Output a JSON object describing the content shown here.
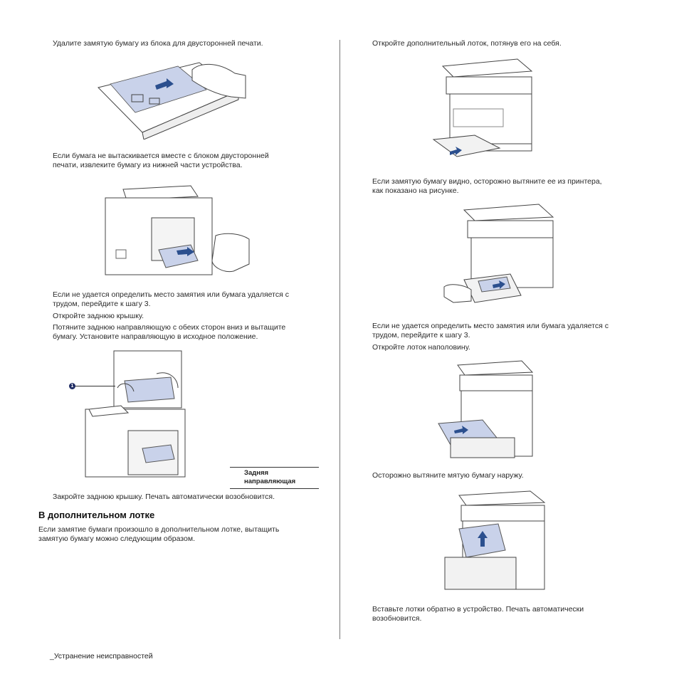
{
  "left": {
    "p1": "Удалите замятую бумагу из блока для двусторонней печати.",
    "p2": [
      "Если бумага не вытаскивается вместе с блоком двусторонней",
      "печати, извлеките бумагу из нижней части устройства."
    ],
    "p3": [
      "Если не удается определить место замятия или бумага удаляется с",
      "трудом, перейдите к шагу 3."
    ],
    "p4": "Откройте заднюю крышку.",
    "p5": [
      "Потяните заднюю направляющую с обеих сторон вниз и вытащите",
      "бумагу. Установите направляющую в исходное положение."
    ],
    "callout_number": "1",
    "legend": [
      "Задняя",
      "направляющая"
    ],
    "p6": "Закройте заднюю крышку. Печать автоматически возобновится.",
    "section_heading": "В дополнительном лотке",
    "p7": [
      "Если замятие бумаги произошло в дополнительном лотке, вытащить",
      "замятую бумагу можно следующим образом."
    ]
  },
  "right": {
    "p1": "Откройте дополнительный лоток, потянув его на себя.",
    "p2": [
      "Если замятую бумагу видно, осторожно вытяните ее из принтера,",
      "как показано на рисунке."
    ],
    "p3": [
      "Если не удается определить место замятия или бумага удаляется с",
      "трудом, перейдите к шагу 3."
    ],
    "p4": "Откройте лоток наполовину.",
    "p5": "Осторожно вытяните мятую бумагу наружу.",
    "p6": [
      "Вставьте лотки обратно в устройство. Печать автоматически",
      "возобновится."
    ]
  },
  "footer": "_Устранение неисправностей",
  "colors": {
    "accent": "#1e2b63",
    "paper": "#c9d2ea",
    "arrow": "#2b4f8e"
  }
}
